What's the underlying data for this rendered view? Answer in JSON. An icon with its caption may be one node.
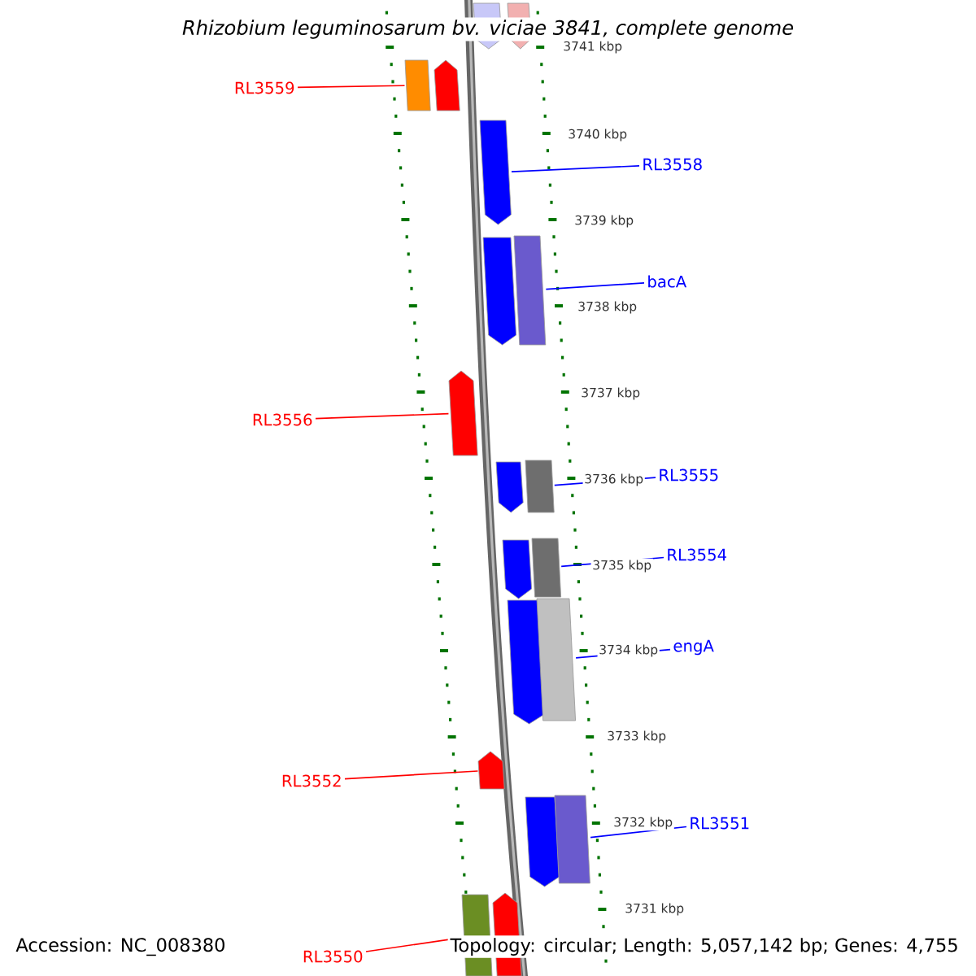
{
  "diagram": {
    "title": "Rhizobium leguminosarum bv. viciae 3841, complete genome",
    "nodes": [
      {
        "text": [],
        "shape": "pentagon"
      },
      {
        "text": [],
        "shape": "pentagon"
      },
      {
        "text": [
          "RL3559"
        ]
      },
      {
        "text": [],
        "shape": "box"
      },
      {
        "text": [],
        "shape": "pentagon"
      },
      {
        "text": [],
        "shape": "pentagon"
      },
      {
        "text": [
          "RL3558"
        ]
      },
      {
        "text": [],
        "shape": "pentagon"
      },
      {
        "text": [],
        "shape": "box"
      },
      {
        "text": [
          "bacA"
        ]
      },
      {
        "text": [
          "RL3556"
        ]
      },
      {
        "text": [],
        "shape": "pentagon"
      },
      {
        "text": [],
        "shape": "pentagon"
      },
      {
        "text": [],
        "shape": "box"
      },
      {
        "text": [
          "RL3555"
        ]
      },
      {
        "text": [],
        "shape": "pentagon"
      },
      {
        "text": [],
        "shape": "box"
      },
      {
        "text": [
          "RL3554"
        ]
      },
      {
        "text": [],
        "shape": "pentagon"
      },
      {
        "text": [],
        "shape": "box"
      },
      {
        "text": [
          "engA"
        ]
      },
      {
        "text": [
          "RL3552"
        ]
      },
      {
        "text": [],
        "shape": "pentagon"
      },
      {
        "text": [],
        "shape": "pentagon"
      },
      {
        "text": [],
        "shape": "box"
      },
      {
        "text": [
          "RL3551"
        ]
      },
      {
        "text": [
          "RL3550"
        ]
      },
      {
        "text": [],
        "shape": "box"
      },
      {
        "text": [],
        "shape": "pentagon"
      }
    ],
    "edges": [
      {
        "from": 2,
        "to": 3,
        "arrow": "none",
        "color": "#ff0000"
      },
      {
        "from": 6,
        "to": 5,
        "arrow": "none",
        "color": "#0000ff"
      },
      {
        "from": 9,
        "to": 8,
        "arrow": "none",
        "color": "#0000ff"
      },
      {
        "from": 10,
        "to": 11,
        "arrow": "none",
        "color": "#ff0000"
      },
      {
        "from": 14,
        "to": 13,
        "arrow": "none",
        "color": "#0000ff"
      },
      {
        "from": 17,
        "to": 16,
        "arrow": "none",
        "color": "#0000ff"
      },
      {
        "from": 20,
        "to": 19,
        "arrow": "none",
        "color": "#0000ff"
      },
      {
        "from": 21,
        "to": 22,
        "arrow": "none",
        "color": "#ff0000"
      },
      {
        "from": 25,
        "to": 24,
        "arrow": "none",
        "color": "#0000ff"
      },
      {
        "from": 26,
        "to": 27,
        "arrow": "none",
        "color": "#ff0000"
      }
    ],
    "labels": [
      "3741 kbp",
      "3740 kbp",
      "3739 kbp",
      "3738 kbp",
      "3737 kbp",
      "3736 kbp",
      "3735 kbp",
      "3734 kbp",
      "3733 kbp",
      "3732 kbp",
      "3731 kbp",
      "Accession: NC_008380",
      "Topology: circular; Length: 5,057,142 bp; Genes: 4,755"
    ]
  }
}
